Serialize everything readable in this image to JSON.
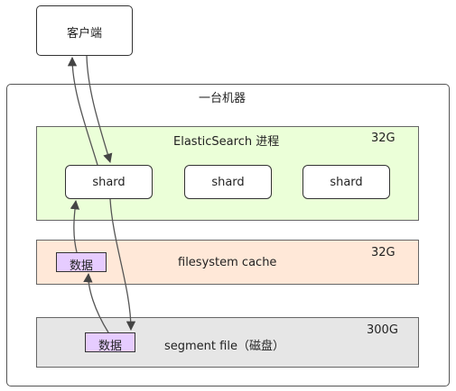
{
  "client": {
    "label": "客户端"
  },
  "machine": {
    "title": "一台机器"
  },
  "es": {
    "title": "ElasticSearch 进程",
    "size": "32G",
    "shards": [
      "shard",
      "shard",
      "shard"
    ]
  },
  "fscache": {
    "title": "filesystem cache",
    "size": "32G",
    "data_label": "数据"
  },
  "segment": {
    "title": "segment file（磁盘）",
    "size": "300G",
    "data_label": "数据"
  }
}
